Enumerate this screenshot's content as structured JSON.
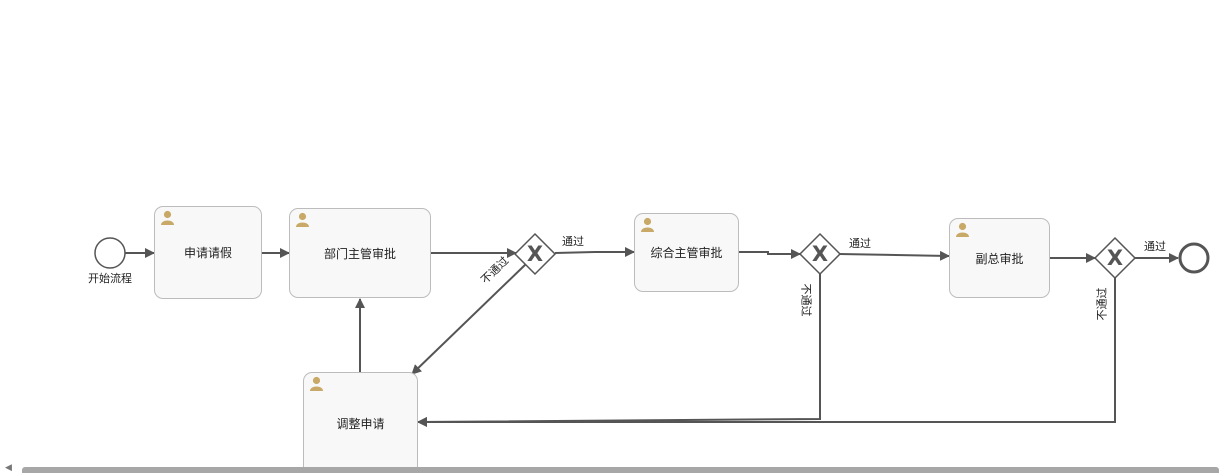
{
  "diagram": {
    "start_event": {
      "label": "开始流程"
    },
    "tasks": {
      "apply": "申请请假",
      "dept_approve": "部门主管审批",
      "general_approve": "综合主管审批",
      "vp_approve": "副总审批",
      "adjust": "调整申请"
    },
    "flow_labels": {
      "gw1_pass": "通过",
      "gw1_reject": "不通过",
      "gw2_pass": "通过",
      "gw2_reject": "不通过",
      "gw3_pass": "通过",
      "gw3_reject": "不通过"
    },
    "gateway_symbol": "X",
    "icons": {
      "task_icon": "user-icon"
    },
    "colors": {
      "stroke": "#555555",
      "task_fill": "#f8f8f8",
      "task_border": "#bcbcbc",
      "user_icon": "#c9a968"
    }
  }
}
